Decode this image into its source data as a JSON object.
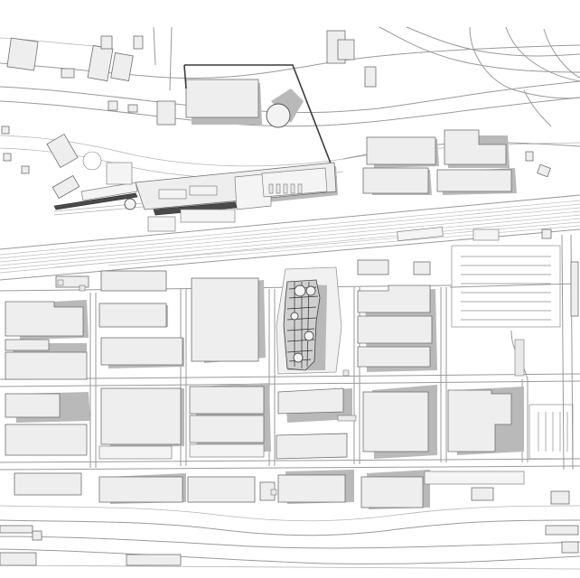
{
  "map": {
    "kind": "site-plan",
    "style": "grayscale architectural figure-ground",
    "colors": {
      "background": "#ffffff",
      "building_fill": "#eeeeee",
      "shadow": "#b9b9b9",
      "road": "#9a9a9a",
      "site_outline": "#3a3a3a"
    },
    "features": [
      "north-site-outline",
      "railway-corridor",
      "central-project-block",
      "parking-lot",
      "city-blocks"
    ]
  }
}
